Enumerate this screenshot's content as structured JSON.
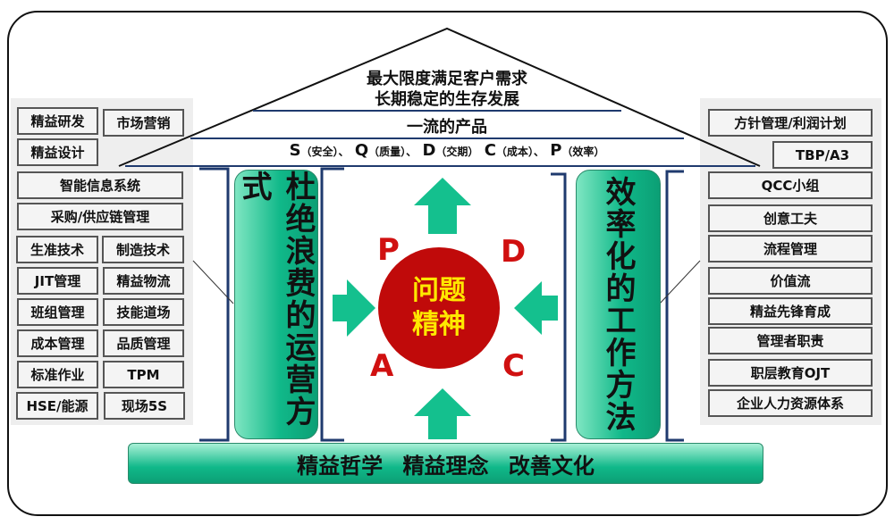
{
  "roof": {
    "goal_line1": "最大限度满足客户需求",
    "goal_line2": "长期稳定的生存发展",
    "product": "一流的产品",
    "sqdcp": [
      {
        "letter": "S",
        "meaning": "（安全）、"
      },
      {
        "letter": "Q",
        "meaning": "（质量）、"
      },
      {
        "letter": "D",
        "meaning": "（交期）"
      },
      {
        "letter": "C",
        "meaning": "（成本）、"
      },
      {
        "letter": "P",
        "meaning": "（效率）"
      }
    ]
  },
  "left_panel": [
    "精益研发",
    "市场营销",
    "精益设计",
    "智能信息系统",
    "采购/供应链管理",
    "生准技术",
    "制造技术",
    "JIT管理",
    "精益物流",
    "班组管理",
    "技能道场",
    "成本管理",
    "品质管理",
    "标准作业",
    "TPM",
    "HSE/能源",
    "现场5S"
  ],
  "right_panel": [
    "方针管理/利润计划",
    "TBP/A3",
    "QCC小组",
    "创意工夫",
    "流程管理",
    "价值流",
    "精益先锋育成",
    "管理者职责",
    "职层教育OJT",
    "企业人力资源体系"
  ],
  "left_pillar": "杜绝浪费的运营方式",
  "right_pillar": "效率化的工作方法",
  "center": {
    "line1": "问题",
    "line2": "精神",
    "p": "P",
    "d": "D",
    "c": "C",
    "a": "A"
  },
  "foundation": "精益哲学 精益理念 改善文化",
  "colors": {
    "green": "#10b889",
    "red": "#c00a0a",
    "yellow": "#ffe800",
    "navy": "#1f3a6e"
  }
}
